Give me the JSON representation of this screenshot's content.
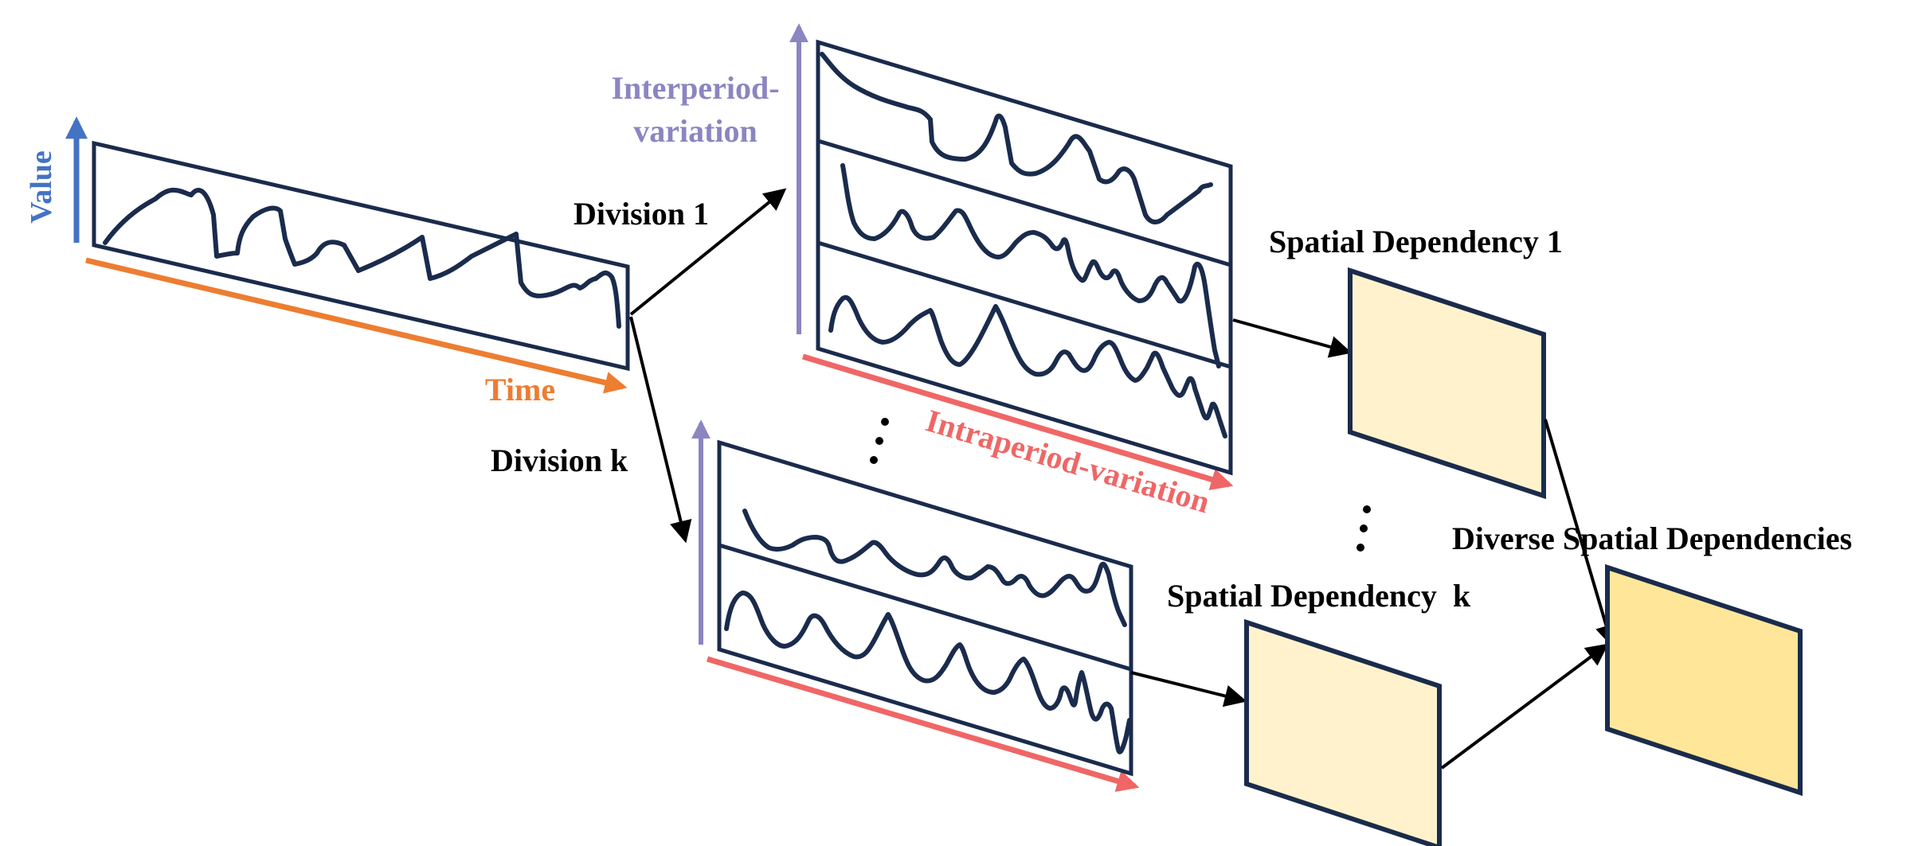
{
  "labels": {
    "value": "Value",
    "time": "Time",
    "division_1": "Division 1",
    "division_k": "Division k",
    "interperiod_line1": "Interperiod-",
    "interperiod_line2": "variation",
    "intraperiod": "Intraperiod-variation",
    "spatial_dependency_1": "Spatial Dependency 1",
    "spatial_dependency_k": "Spatial Dependency  k",
    "diverse_spatial_dependencies": "Diverse Spatial Dependencies"
  },
  "colors": {
    "panel_stroke": "#1a2b4c",
    "value_axis": "#4472c4",
    "time_axis": "#ed7d31",
    "interperiod_axis": "#8b85c1",
    "intraperiod_axis": "#f06666",
    "spatial_card_fill": "#fff2cc",
    "diverse_card_fill": "#ffe699",
    "connector": "#000000"
  }
}
